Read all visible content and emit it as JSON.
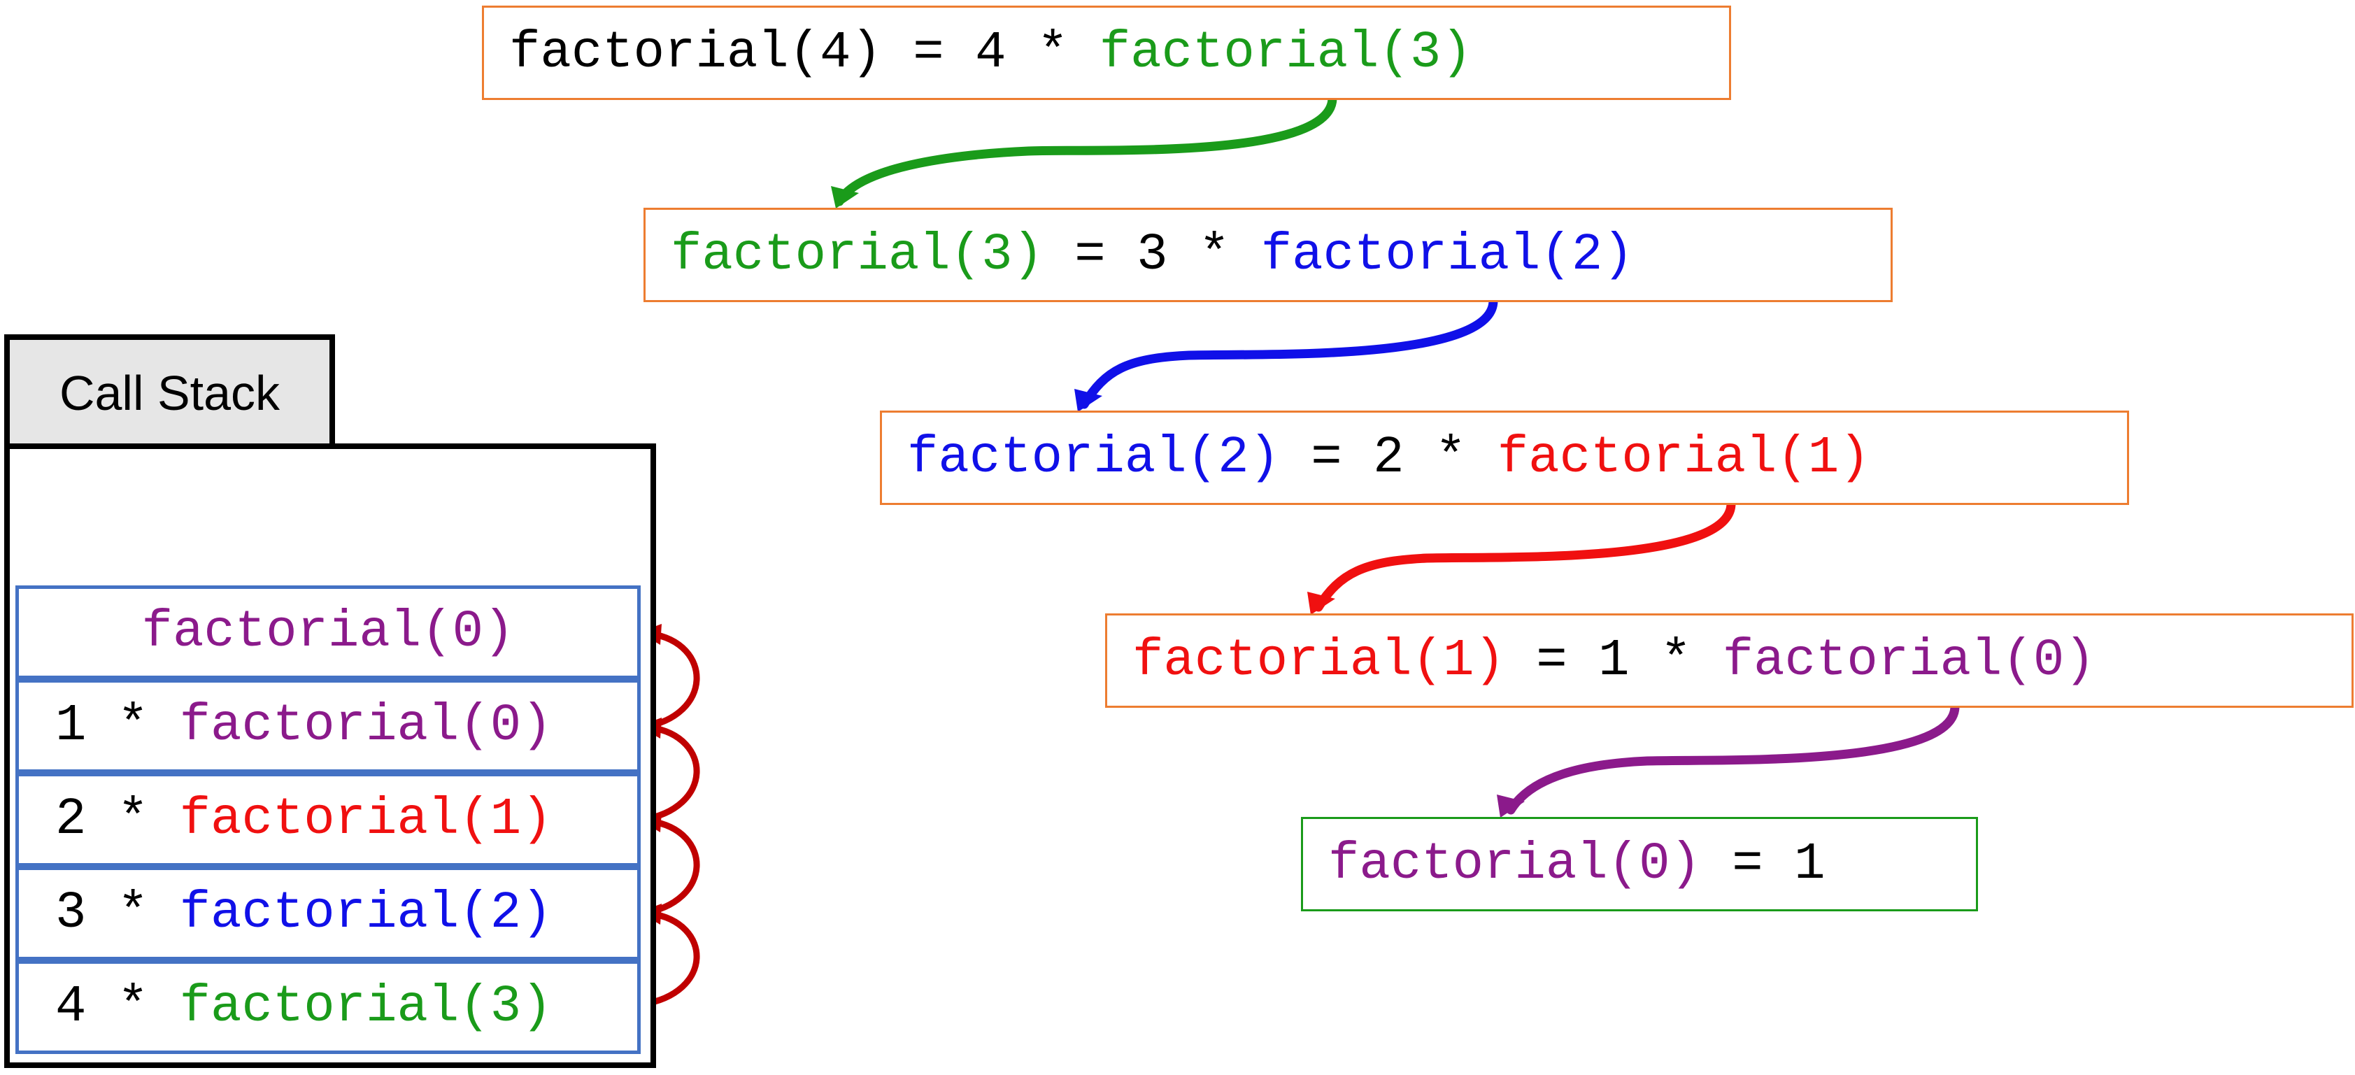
{
  "colors": {
    "black": "#000000",
    "green": "#1A9B1A",
    "blue": "#1010E8",
    "red": "#F01010",
    "purple": "#8B1A8B",
    "box_border_orange": "#ED7D31",
    "box_border_green": "#1A9B1A",
    "stack_cell_border": "#4472C4",
    "return_arrow": "#C00000",
    "tab_fill": "#E6E6E6"
  },
  "equations": [
    {
      "left": "factorial(4)",
      "op": " = 4 * ",
      "right": "factorial(3)"
    },
    {
      "left": "factorial(3)",
      "op": " = 3 * ",
      "right": "factorial(2)"
    },
    {
      "left": "factorial(2)",
      "op": " = 2 * ",
      "right": "factorial(1)"
    },
    {
      "left": "factorial(1)",
      "op": " = 1 * ",
      "right": "factorial(0)"
    },
    {
      "left": "factorial(0)",
      "op": " = 1",
      "right": ""
    }
  ],
  "call_stack": {
    "title": "Call Stack",
    "frames": [
      {
        "prefix": "",
        "call": "factorial(0)"
      },
      {
        "prefix": "1 * ",
        "call": "factorial(0)"
      },
      {
        "prefix": "2 * ",
        "call": "factorial(1)"
      },
      {
        "prefix": "3 * ",
        "call": "factorial(2)"
      },
      {
        "prefix": "4 * ",
        "call": "factorial(3)"
      }
    ]
  }
}
